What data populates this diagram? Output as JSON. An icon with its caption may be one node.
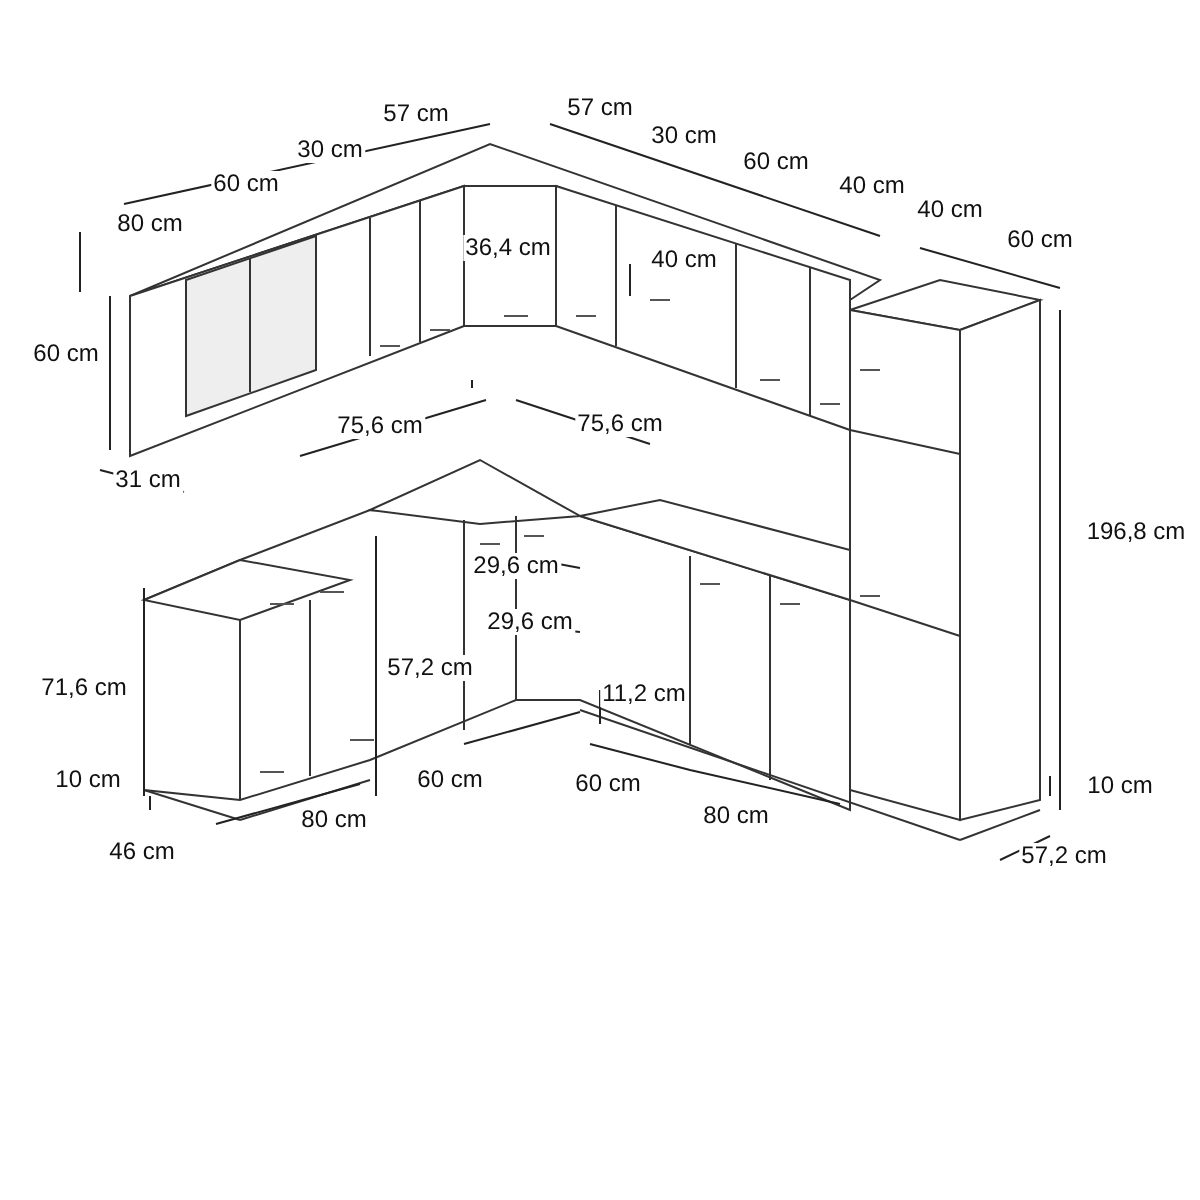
{
  "diagram": {
    "labels": [
      "57 cm",
      "57 cm",
      "30 cm",
      "30 cm",
      "60 cm",
      "60 cm",
      "80 cm",
      "40 cm",
      "40 cm",
      "60 cm",
      "36,4 cm",
      "40 cm",
      "60 cm",
      "75,6 cm",
      "75,6 cm",
      "31 cm",
      "196,8 cm",
      "29,6 cm",
      "29,6 cm",
      "71,6 cm",
      "57,2 cm",
      "11,2 cm",
      "10 cm",
      "60 cm",
      "60 cm",
      "10 cm",
      "80 cm",
      "80 cm",
      "46 cm",
      "57,2 cm"
    ]
  }
}
